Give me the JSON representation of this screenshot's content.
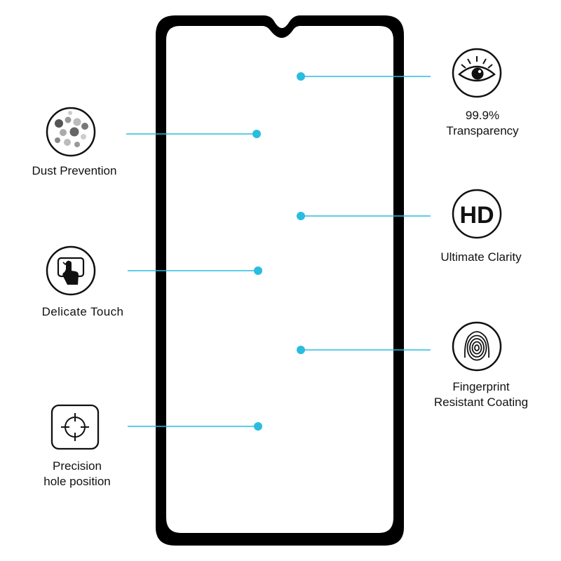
{
  "colors": {
    "accent": "#29bde0",
    "frame": "#000000",
    "icon_ring": "#111111",
    "background": "#ffffff"
  },
  "features": {
    "dust_prevention": {
      "label": "Dust Prevention",
      "icon": "dust-particles-icon"
    },
    "delicate_touch": {
      "label": "Delicate Touch",
      "icon": "finger-touch-icon"
    },
    "precision_hole": {
      "line1": "Precision",
      "line2": "hole position",
      "icon": "crosshair-icon"
    },
    "transparency": {
      "line1": "99.9%",
      "line2": "Transparency",
      "icon": "eye-icon"
    },
    "clarity": {
      "badge": "HD",
      "label": "Ultimate Clarity",
      "icon": "hd-icon"
    },
    "fingerprint": {
      "line1": "Fingerprint",
      "line2": "Resistant Coating",
      "icon": "fingerprint-icon"
    }
  }
}
